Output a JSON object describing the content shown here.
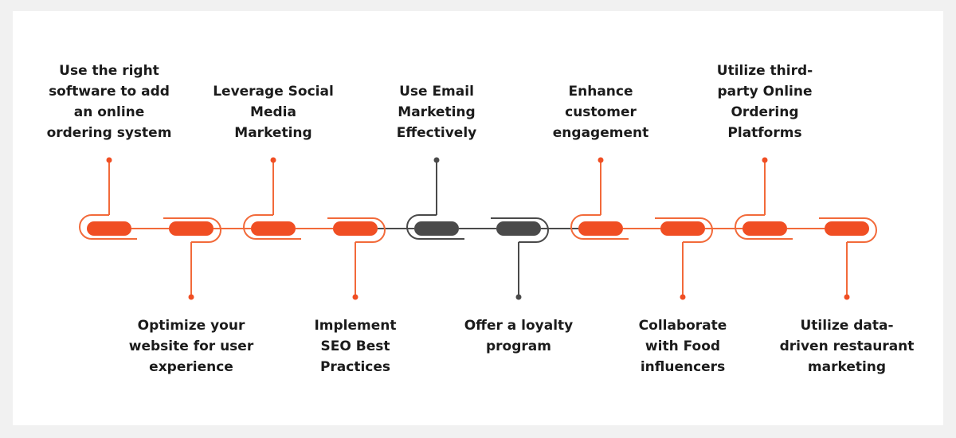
{
  "colors": {
    "accent": "#f04e23",
    "accent_outline": "#f26a3a",
    "dark": "#4a4a4a",
    "text": "#1b1b1b",
    "background": "#f1f1f1",
    "card": "#ffffff"
  },
  "steps": [
    {
      "label": "Use the right\nsoftware to add\nan online\nordering system",
      "position": "top",
      "color": "accent"
    },
    {
      "label": "Optimize your\nwebsite for user\nexperience",
      "position": "bottom",
      "color": "accent"
    },
    {
      "label": "Leverage Social\nMedia\nMarketing",
      "position": "top",
      "color": "accent"
    },
    {
      "label": "Implement\nSEO Best\nPractices",
      "position": "bottom",
      "color": "accent"
    },
    {
      "label": "Use Email\nMarketing\nEffectively",
      "position": "top",
      "color": "dark"
    },
    {
      "label": "Offer a loyalty\nprogram",
      "position": "bottom",
      "color": "dark"
    },
    {
      "label": "Enhance\ncustomer\nengagement",
      "position": "top",
      "color": "accent"
    },
    {
      "label": "Collaborate\nwith Food\ninfluencers",
      "position": "bottom",
      "color": "accent"
    },
    {
      "label": "Utilize third-\nparty Online\nOrdering\nPlatforms",
      "position": "top",
      "color": "accent"
    },
    {
      "label": "Utilize data-\ndriven restaurant\nmarketing",
      "position": "bottom",
      "color": "accent"
    }
  ]
}
